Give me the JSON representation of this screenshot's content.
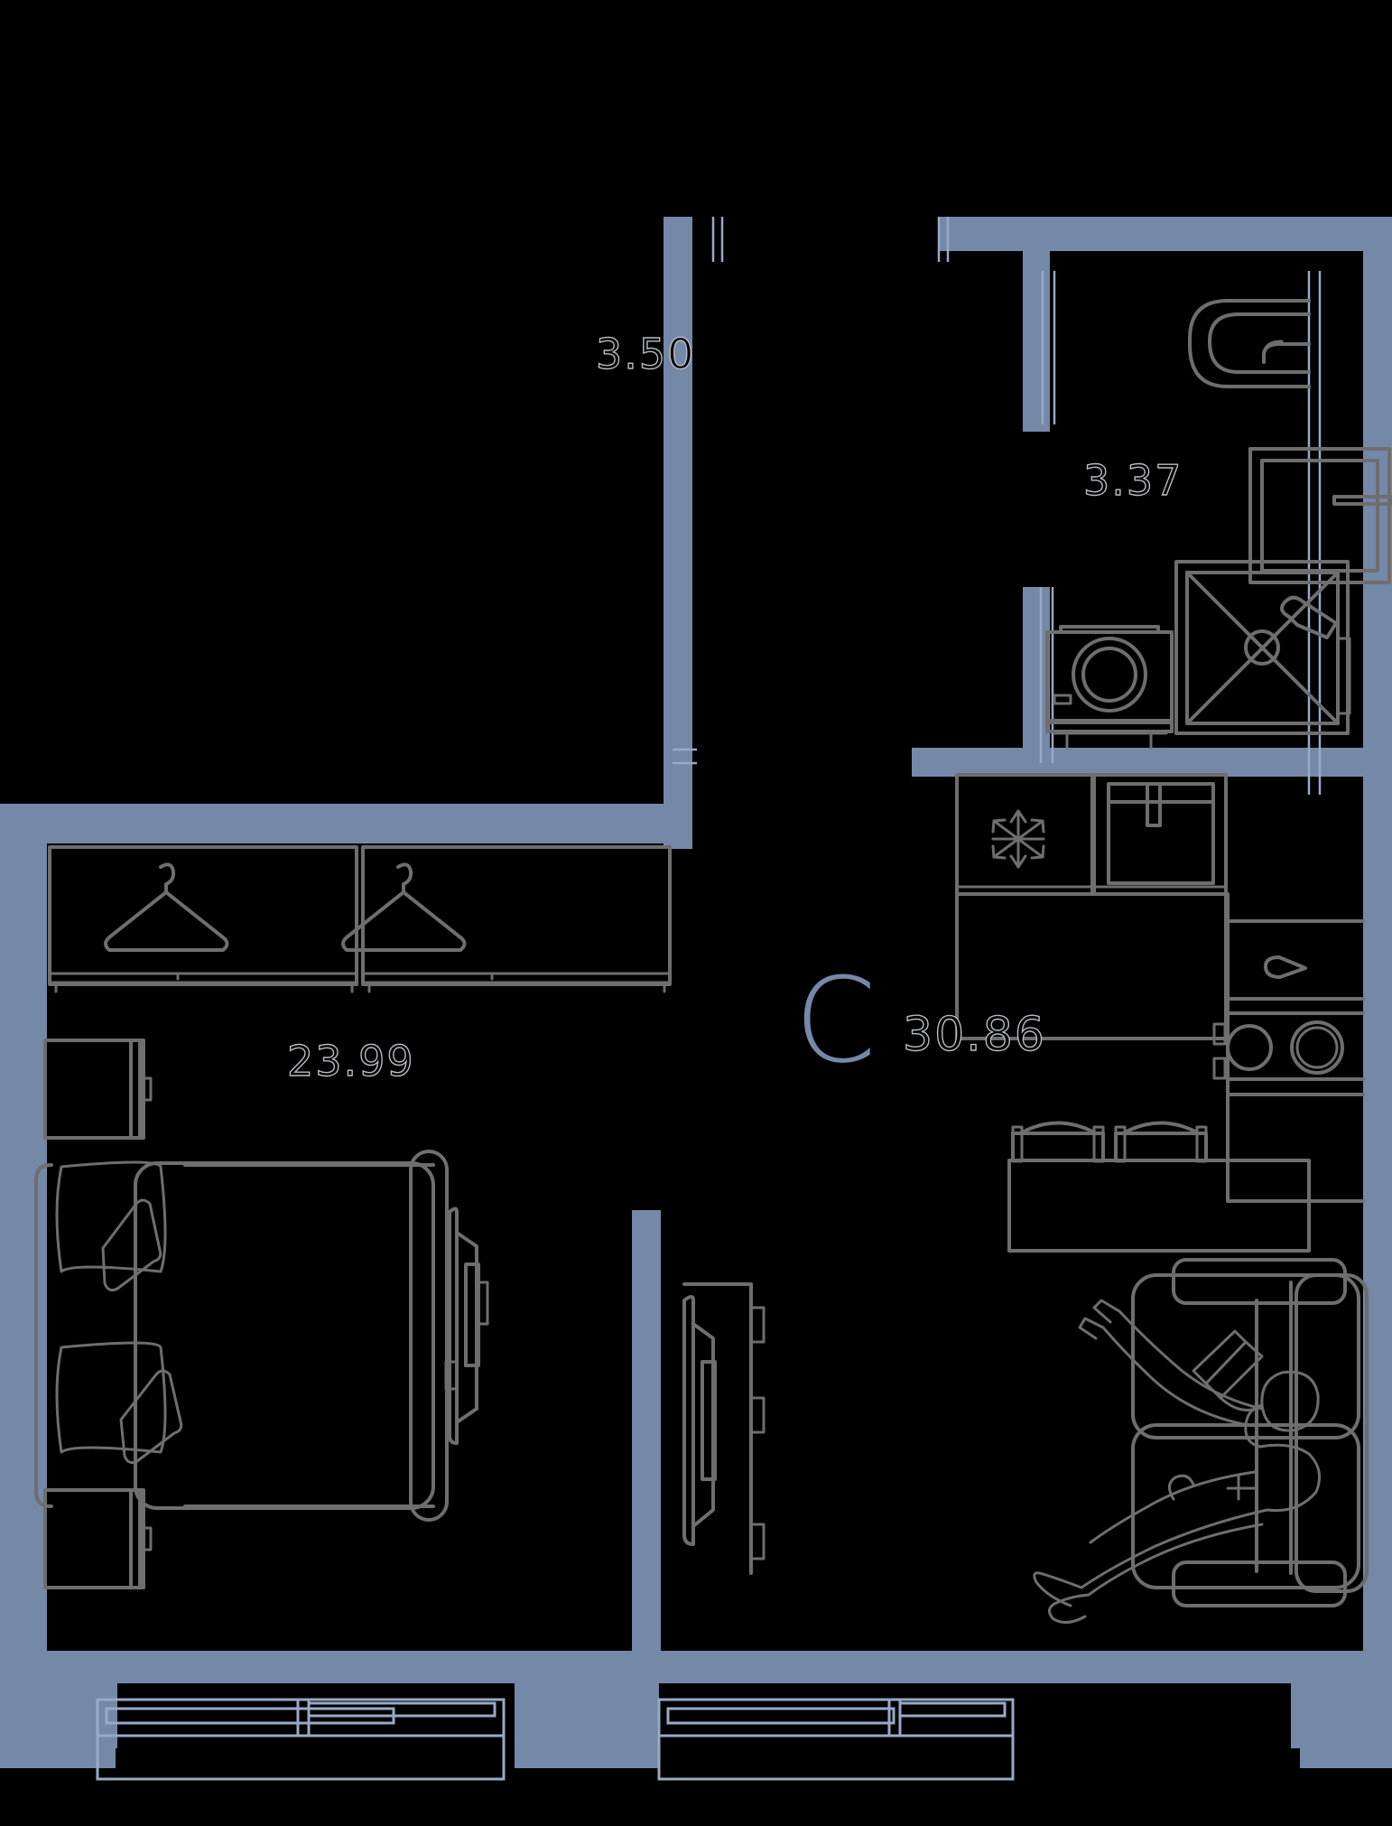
{
  "plan": {
    "type_letter": "C",
    "total_area": "30.86",
    "rooms": [
      {
        "key": "hall",
        "label": "3.50",
        "name": "hall-corridor"
      },
      {
        "key": "bath",
        "label": "3.37",
        "name": "bathroom"
      },
      {
        "key": "bedroom",
        "label": "23.99",
        "name": "living-bedroom"
      }
    ],
    "colors": {
      "wall": "#7488a8",
      "furniture_stroke": "#6e6e6e",
      "window_stroke": "#97aac6",
      "accent": "#7488a8",
      "background": "#000000"
    },
    "fixtures": [
      {
        "name": "toilet-icon",
        "room": "bath"
      },
      {
        "name": "washbasin-icon",
        "room": "bath"
      },
      {
        "name": "washing-machine-icon",
        "room": "bath"
      },
      {
        "name": "shower-tray-icon",
        "room": "bath"
      },
      {
        "name": "refrigerator-icon",
        "room": "kitchen"
      },
      {
        "name": "kitchen-sink-icon",
        "room": "kitchen"
      },
      {
        "name": "cooktop-icon",
        "room": "kitchen"
      },
      {
        "name": "bar-stool-icon",
        "room": "kitchen"
      },
      {
        "name": "kitchen-island-icon",
        "room": "kitchen"
      },
      {
        "name": "double-bed-icon",
        "room": "bedroom"
      },
      {
        "name": "pillow-icon",
        "room": "bedroom"
      },
      {
        "name": "nightstand-icon",
        "room": "bedroom"
      },
      {
        "name": "wardrobe-hanger-icon",
        "room": "bedroom"
      },
      {
        "name": "armchair-icon",
        "room": "living"
      },
      {
        "name": "seated-person-icon",
        "room": "living"
      },
      {
        "name": "radiator-icon",
        "room": "living"
      },
      {
        "name": "balcony-window-icon",
        "room": "living"
      }
    ]
  }
}
